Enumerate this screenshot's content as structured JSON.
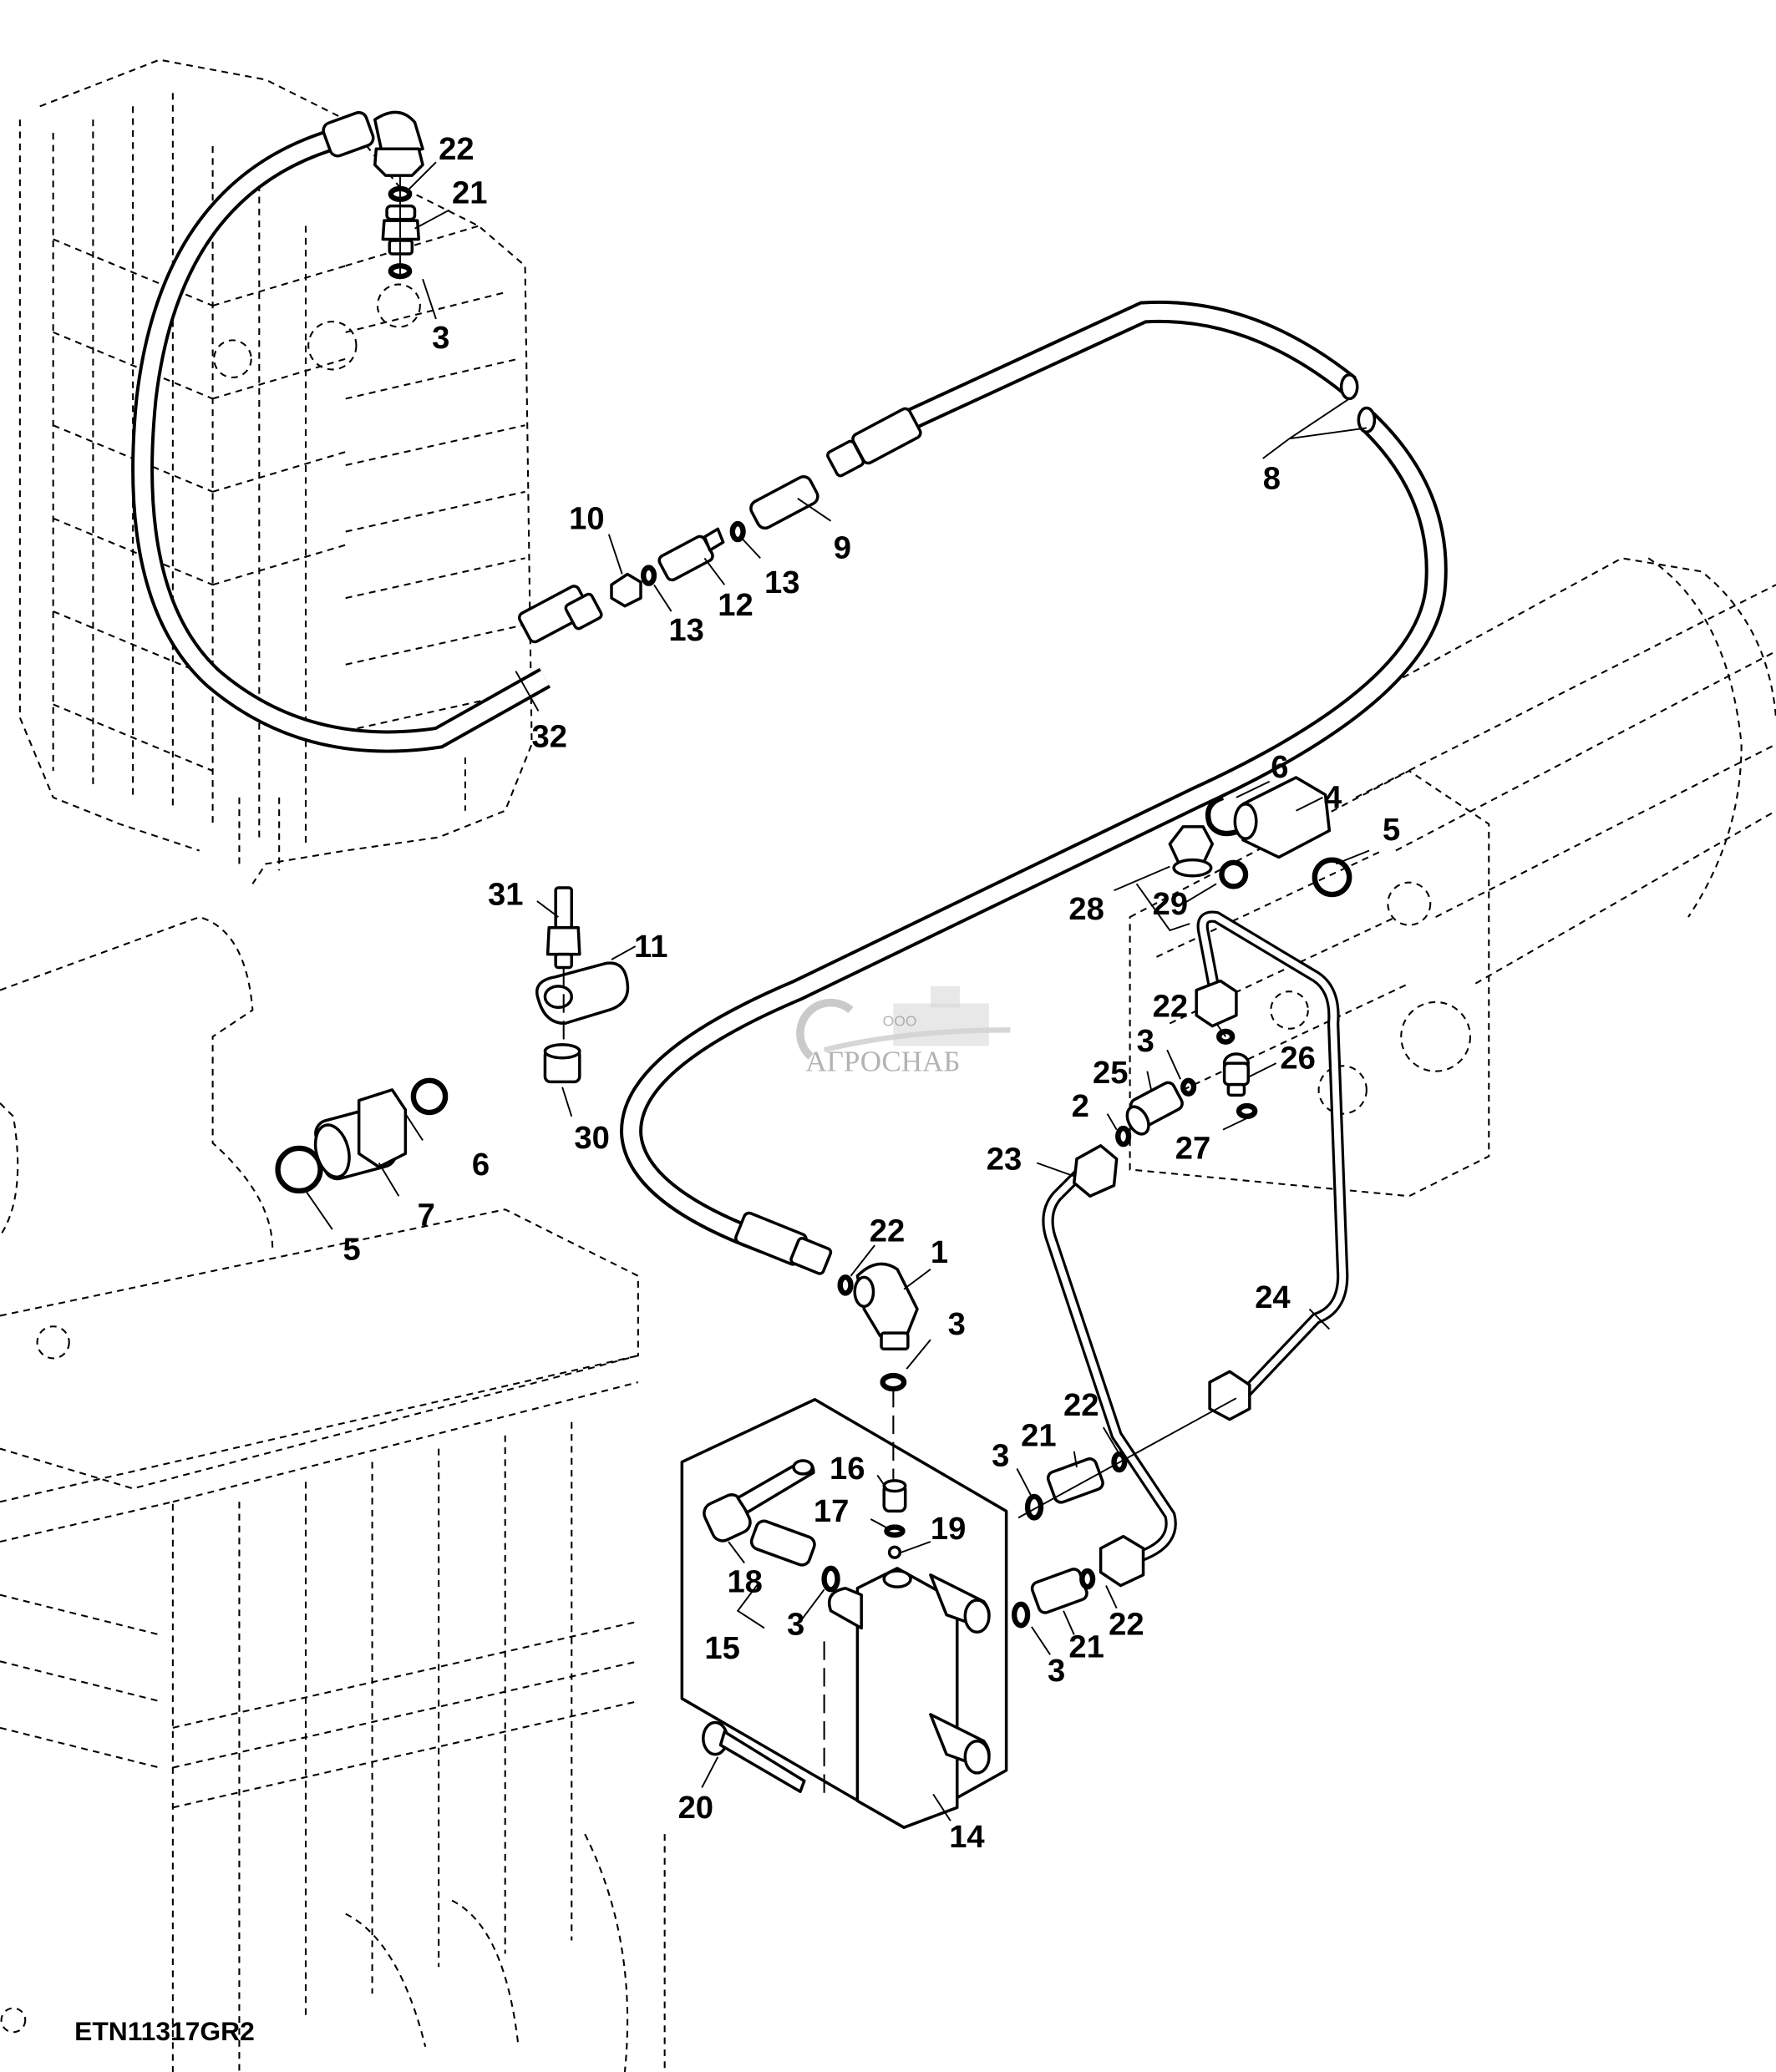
{
  "diagram": {
    "title": "Hydraulic hose and valve block assembly — exploded parts view",
    "reference_code": "ETN11317GR2",
    "watermark": {
      "prefix": "ООО",
      "name": "АГРОСНАБ"
    },
    "callouts": [
      {
        "id": "c22a",
        "label": "22"
      },
      {
        "id": "c21a",
        "label": "21"
      },
      {
        "id": "c3a",
        "label": "3"
      },
      {
        "id": "c8",
        "label": "8"
      },
      {
        "id": "c10",
        "label": "10"
      },
      {
        "id": "c9",
        "label": "9"
      },
      {
        "id": "c13a",
        "label": "13"
      },
      {
        "id": "c12",
        "label": "12"
      },
      {
        "id": "c13b",
        "label": "13"
      },
      {
        "id": "c32",
        "label": "32"
      },
      {
        "id": "c6a",
        "label": "6"
      },
      {
        "id": "c4",
        "label": "4"
      },
      {
        "id": "c5a",
        "label": "5"
      },
      {
        "id": "c28",
        "label": "28"
      },
      {
        "id": "c29",
        "label": "29"
      },
      {
        "id": "c31",
        "label": "31"
      },
      {
        "id": "c11",
        "label": "11"
      },
      {
        "id": "c22b",
        "label": "22"
      },
      {
        "id": "c3b",
        "label": "3"
      },
      {
        "id": "c25",
        "label": "25"
      },
      {
        "id": "c26",
        "label": "26"
      },
      {
        "id": "c2",
        "label": "2"
      },
      {
        "id": "c27",
        "label": "27"
      },
      {
        "id": "c30",
        "label": "30"
      },
      {
        "id": "c6b",
        "label": "6"
      },
      {
        "id": "c7",
        "label": "7"
      },
      {
        "id": "c5b",
        "label": "5"
      },
      {
        "id": "c23",
        "label": "23"
      },
      {
        "id": "c22c",
        "label": "22"
      },
      {
        "id": "c1",
        "label": "1"
      },
      {
        "id": "c3c",
        "label": "3"
      },
      {
        "id": "c24",
        "label": "24"
      },
      {
        "id": "c22d",
        "label": "22"
      },
      {
        "id": "c21b",
        "label": "21"
      },
      {
        "id": "c3d",
        "label": "3"
      },
      {
        "id": "c16",
        "label": "16"
      },
      {
        "id": "c17",
        "label": "17"
      },
      {
        "id": "c19",
        "label": "19"
      },
      {
        "id": "c18",
        "label": "18"
      },
      {
        "id": "c15",
        "label": "15"
      },
      {
        "id": "c3e",
        "label": "3"
      },
      {
        "id": "c21c",
        "label": "21"
      },
      {
        "id": "c22e",
        "label": "22"
      },
      {
        "id": "c3f",
        "label": "3"
      },
      {
        "id": "c20",
        "label": "20"
      },
      {
        "id": "c14",
        "label": "14"
      }
    ]
  }
}
